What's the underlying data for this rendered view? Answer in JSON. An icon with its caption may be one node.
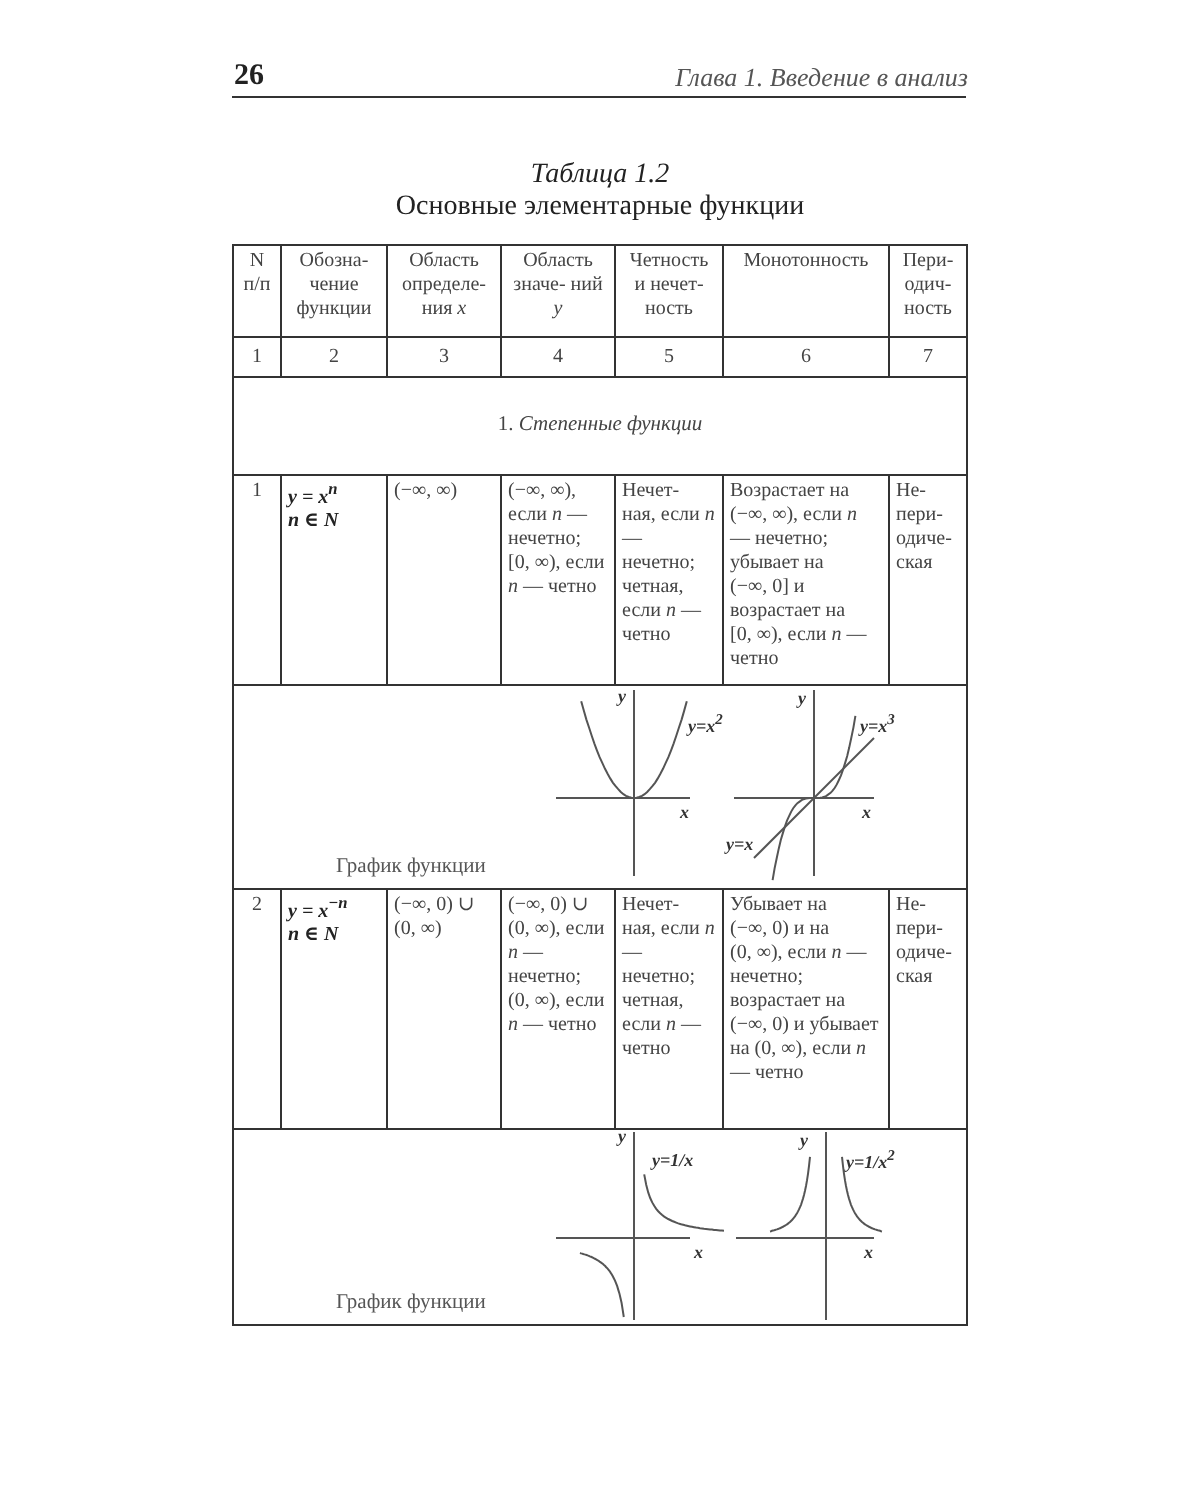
{
  "diagram": {
    "title": "Основные элементарные функции",
    "labels": [
      "26",
      "Глава 1. Введение в анализ",
      "Таблица 1.2",
      "N п/п",
      "Обозна- чение функции",
      "Область определе- ния *x*",
      "Область значе- ний *y*",
      "Четность и нечет- ность",
      "Монотонность",
      "Пери- одич- ность",
      "1",
      "2",
      "3",
      "4",
      "5",
      "6",
      "7",
      "1. *Степенные функции*",
      "1",
      "y = x$^{n}$ n ∈ N",
      "(−∞, ∞)",
      "(−∞, ∞), если *n* — нечетно; [0, ∞), если *n* — четно",
      "Нечет- ная, если *n* — нечетно; четная, если *n* — четно",
      "Возрастает на (−∞, ∞), если *n* — нечетно; убывает на (−∞, 0] и возрастает на [0, ∞), если *n* — четно",
      "Не- пери- одиче- ская",
      "y",
      "y=x$^{2}$",
      "y",
      "y=x$^{3}$",
      "x",
      "x",
      "y=x",
      "График функции",
      "2",
      "y = x$^{−n}$ n ∈ N",
      "(−∞, 0) ∪ (0, ∞)",
      "(−∞, 0) ∪ (0, ∞), если *n* — нечетно; (0, ∞), если *n* — четно",
      "Нечет- ная, если *n* — нечетно; четная, если *n* — четно",
      "Убывает на (−∞, 0) и на (0, ∞), если *n* — нечетно; возрастает на (−∞, 0) и убывает на (0, ∞), если *n* — четно",
      "Не- пери- одиче- ская",
      "y",
      "y=1/x",
      "y",
      "y=1/x$^{2}$",
      "x",
      "x",
      "График функции"
    ]
  }
}
